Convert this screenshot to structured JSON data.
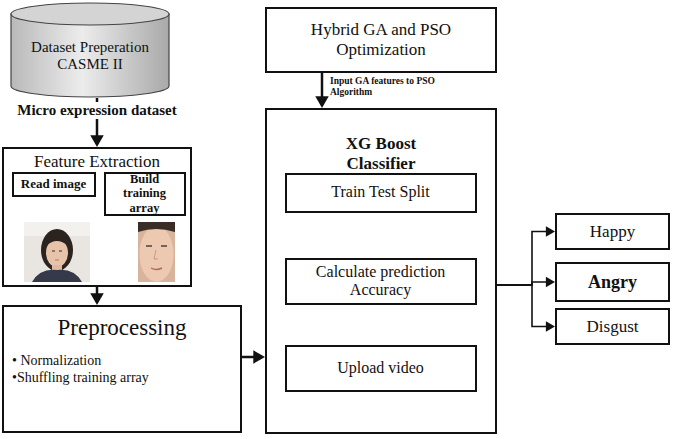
{
  "diagram": {
    "nodes": [
      {
        "text": [
          "Dataset Preperation CASME II"
        ]
      },
      {
        "text": [
          "Hybrid GA and PSO Optimization"
        ]
      },
      {
        "text": [
          "Feature Extraction"
        ]
      },
      {
        "text": [
          "Read image"
        ],
        "in": 2
      },
      {
        "text": [
          "Build training array"
        ],
        "in": 2
      },
      {
        "text": [
          "Preprocessing",
          "• Normalization",
          "•Shuffling training array"
        ]
      },
      {
        "text": [
          "XG Boost Classifier"
        ]
      },
      {
        "text": [
          "Train Test Split"
        ],
        "in": 6
      },
      {
        "text": [
          "Calculate prediction Accuracy"
        ],
        "in": 6
      },
      {
        "text": [
          "Upload video"
        ],
        "in": 6
      },
      {
        "text": [
          "Happy"
        ]
      },
      {
        "text": [
          "Angry"
        ]
      },
      {
        "text": [
          "Disgust"
        ]
      }
    ],
    "edges": [
      {
        "from": 0,
        "to": 2,
        "arrow": "to",
        "label": "Micro expression dataset"
      },
      {
        "from": 2,
        "to": 5,
        "arrow": "to"
      },
      {
        "from": 5,
        "to": 6,
        "arrow": "to"
      },
      {
        "from": 1,
        "to": 6,
        "arrow": "to",
        "label": "Input GA features to PSO Algorithm"
      },
      {
        "from": 6,
        "to": 10,
        "arrow": "to"
      },
      {
        "from": 6,
        "to": 11,
        "arrow": "to"
      },
      {
        "from": 6,
        "to": 12,
        "arrow": "to"
      }
    ]
  }
}
